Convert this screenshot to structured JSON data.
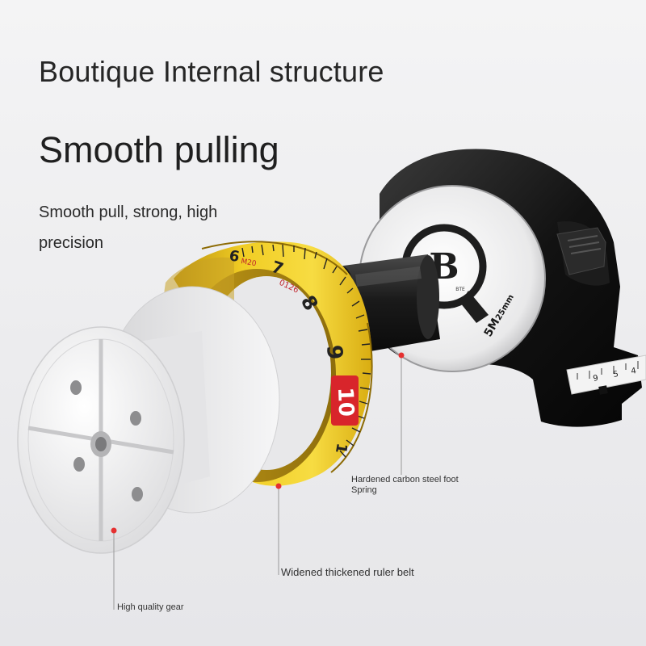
{
  "texts": {
    "subtitle": "Boutique Internal structure",
    "headline": "Smooth pulling",
    "description": "Smooth pull, strong, high precision"
  },
  "tape_marks": {
    "digits": [
      "6",
      "7",
      "8",
      "9",
      "10",
      "1"
    ],
    "small_codes": [
      "M20",
      "0126"
    ],
    "tip_digits": [
      "9",
      "5",
      "4"
    ]
  },
  "case": {
    "logo_letter": "B",
    "logo_small": "BTE",
    "spec_size": "5M",
    "spec_width": "25mm"
  },
  "callouts": {
    "spring": "Hardened carbon steel foot Spring",
    "belt": "Widened thickened ruler belt",
    "gear": "High quality gear"
  },
  "colors": {
    "tape_yellow": "#f2cf1e",
    "highlight_red": "#d8252b",
    "case_black": "#141414",
    "callout_dot": "#e53030"
  }
}
